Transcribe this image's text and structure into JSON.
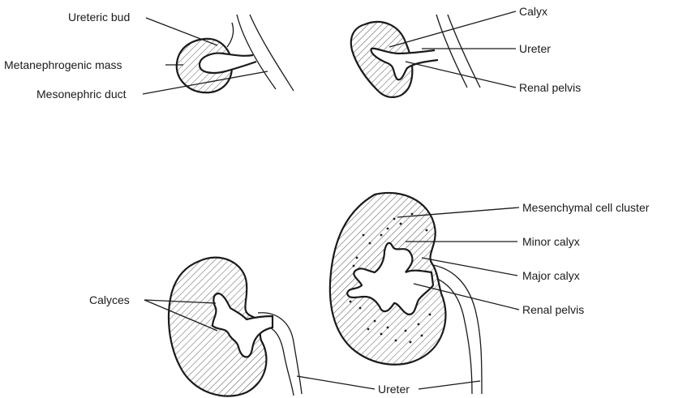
{
  "labels": {
    "ureteric_bud": "Ureteric bud",
    "metanephrogenic_mass": "Metanephrogenic mass",
    "mesonephric_duct": "Mesonephric duct",
    "calyx": "Calyx",
    "ureter_top": "Ureter",
    "renal_pelvis_top": "Renal pelvis",
    "mesenchymal_cell_cluster": "Mesenchymal cell cluster",
    "minor_calyx": "Minor calyx",
    "major_calyx": "Major calyx",
    "renal_pelvis_bottom": "Renal pelvis",
    "calyces": "Calyces",
    "ureter_bottom": "Ureter"
  }
}
